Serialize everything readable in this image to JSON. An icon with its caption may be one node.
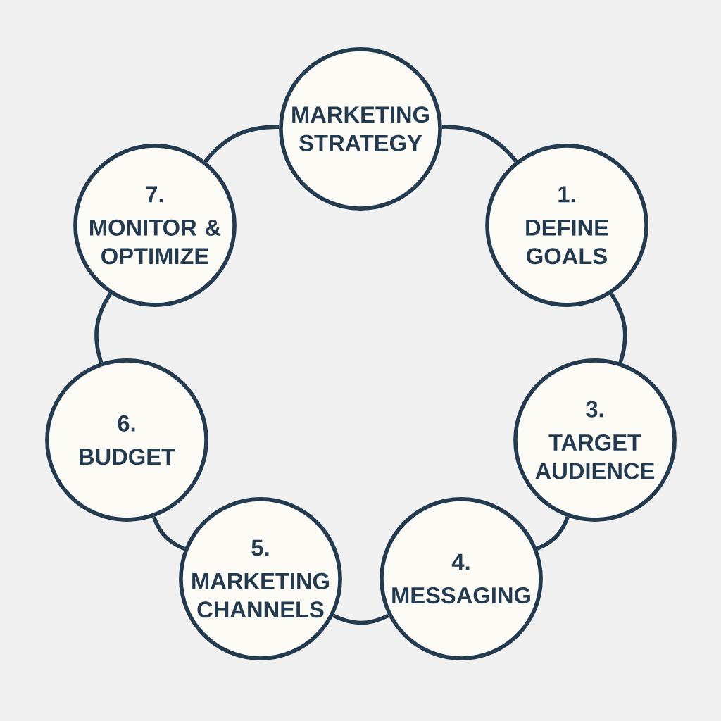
{
  "diagram": {
    "nodes": [
      {
        "text": [
          "MARKETING STRATEGY"
        ]
      },
      {
        "text": [
          "1.",
          "DEFINE GOALS"
        ]
      },
      {
        "text": [
          "3.",
          "TARGET AUDIENCE"
        ]
      },
      {
        "text": [
          "4.",
          "MESSAGING"
        ]
      },
      {
        "text": [
          "5.",
          "MARKETING CHANNELS"
        ]
      },
      {
        "text": [
          "6.",
          "BUDGET"
        ]
      },
      {
        "text": [
          "7.",
          "MONITOR & OPTIMIZE"
        ]
      }
    ],
    "edges": [
      {
        "from": 0,
        "to": 1,
        "arrow": "none"
      },
      {
        "from": 1,
        "to": 2,
        "arrow": "none"
      },
      {
        "from": 2,
        "to": 3,
        "arrow": "none"
      },
      {
        "from": 3,
        "to": 4,
        "arrow": "none"
      },
      {
        "from": 4,
        "to": 5,
        "arrow": "none"
      },
      {
        "from": 5,
        "to": 6,
        "arrow": "none"
      },
      {
        "from": 6,
        "to": 0,
        "arrow": "none"
      }
    ]
  }
}
